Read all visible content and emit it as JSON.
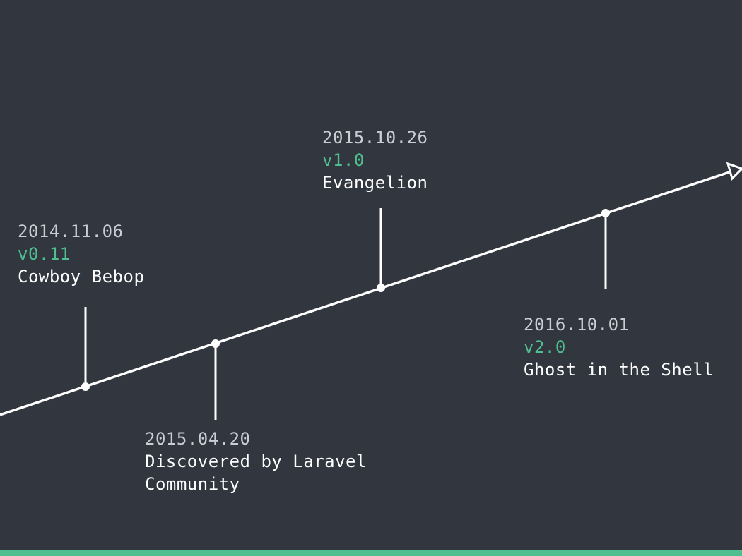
{
  "colors": {
    "background": "#32363f",
    "line": "#ffffff",
    "date_text": "#c9cdd4",
    "version_text": "#4fbf8f",
    "title_text": "#ffffff",
    "accent_bar": "#4fbf8f"
  },
  "milestones": [
    {
      "date": "2014.11.06",
      "version": "v0.11",
      "title": "Cowboy Bebop"
    },
    {
      "date": "2015.04.20",
      "title_line1": "Discovered by Laravel",
      "title_line2": "Community"
    },
    {
      "date": "2015.10.26",
      "version": "v1.0",
      "title": "Evangelion"
    },
    {
      "date": "2016.10.01",
      "version": "v2.0",
      "title": "Ghost in the Shell"
    }
  ]
}
